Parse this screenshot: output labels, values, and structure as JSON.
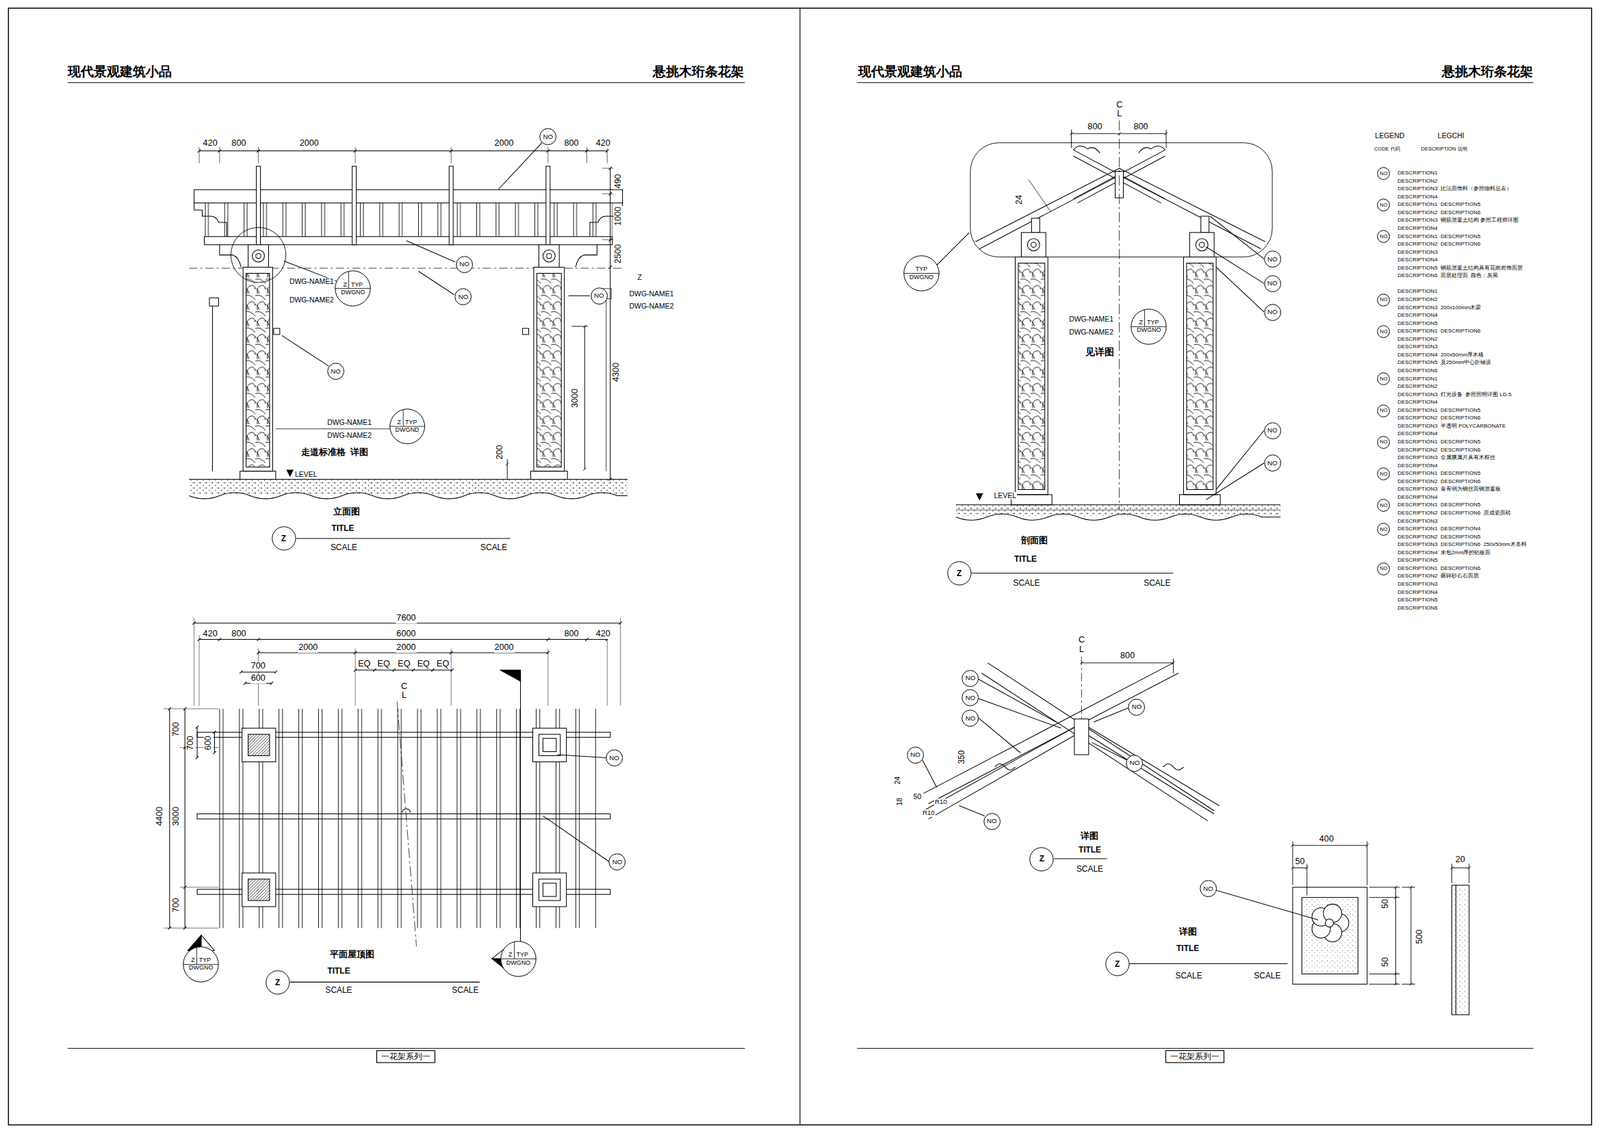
{
  "diagram": {
    "nodes": [
      {
        "text": [
          "NO"
        ]
      },
      {
        "text": [
          "NO"
        ]
      },
      {
        "text": [
          "Z",
          "TYP",
          "DWGNO"
        ]
      },
      {
        "text": [
          "NO"
        ]
      },
      {
        "text": [
          "NO"
        ]
      },
      {
        "text": [
          "NO"
        ]
      },
      {
        "text": [
          "Z",
          "TYP",
          "DWGND"
        ]
      },
      {
        "text": [
          "Z"
        ]
      },
      {
        "text": [
          "NO"
        ]
      },
      {
        "text": [
          "NO"
        ]
      },
      {
        "text": [
          "Z",
          "TYP",
          "DWGNO"
        ]
      },
      {
        "text": [
          "Z",
          "TYP",
          "DWGNO"
        ]
      },
      {
        "text": [
          "Z"
        ]
      },
      {
        "text": [
          "一花架系列一"
        ]
      },
      {
        "text": [
          "NO"
        ]
      },
      {
        "text": [
          "TYP",
          "DWGNO"
        ]
      },
      {
        "text": [
          "NO"
        ]
      },
      {
        "text": [
          "NO"
        ]
      },
      {
        "text": [
          "Z",
          "TYP",
          "DWGNO"
        ]
      },
      {
        "text": [
          "NO"
        ]
      },
      {
        "text": [
          "NO"
        ]
      },
      {
        "text": [
          "Z"
        ]
      },
      {
        "text": [
          "NO"
        ]
      },
      {
        "text": [
          "NO"
        ]
      },
      {
        "text": [
          "NO"
        ]
      },
      {
        "text": [
          "NO"
        ]
      },
      {
        "text": [
          "NO"
        ]
      },
      {
        "text": [
          "NO"
        ]
      },
      {
        "text": [
          "NO"
        ]
      },
      {
        "text": [
          "NO"
        ]
      },
      {
        "text": [
          "NO"
        ]
      },
      {
        "text": [
          "NO"
        ]
      },
      {
        "text": [
          "NO"
        ]
      },
      {
        "text": [
          "NO"
        ]
      },
      {
        "text": [
          "NO"
        ]
      },
      {
        "text": [
          "NO"
        ]
      },
      {
        "text": [
          "NO"
        ]
      },
      {
        "text": [
          "NO"
        ]
      },
      {
        "text": [
          "NO"
        ]
      },
      {
        "text": [
          "NO"
        ]
      },
      {
        "text": [
          "NO"
        ]
      },
      {
        "text": [
          "Z"
        ]
      },
      {
        "text": [
          "NO"
        ]
      },
      {
        "text": [
          "Z"
        ]
      },
      {
        "text": [
          "一花架系列一"
        ]
      }
    ],
    "labels": [
      "现代景观建筑小品",
      "悬挑木珩条花架",
      "现代景观建筑小品",
      "悬挑木珩条花架",
      "420",
      "800",
      "2000",
      "2000",
      "800",
      "420",
      "490",
      "1000",
      "2500",
      "4300",
      "3000",
      "200",
      "Z",
      "DWG-NAME1",
      "DWG-NAME2",
      "DWG-NAME1",
      "DWG-NAME2",
      "DWG-NAME1",
      "DWG-NAME2",
      "走道标准格  详图",
      "LEVEL",
      "立面图",
      "TITLE",
      "SCALE",
      "SCALE",
      "7600",
      "420",
      "800",
      "6000",
      "800",
      "420",
      "2000",
      "2000",
      "2000",
      "700",
      "EQ",
      "EQ",
      "EQ",
      "EQ",
      "EQ",
      "600",
      "C",
      "L",
      "700",
      "700",
      "600",
      "4400",
      "3000",
      "700",
      "平面屋顶图",
      "TITLE",
      "SCALE",
      "SCALE",
      "C",
      "L",
      "800",
      "800",
      "24",
      "DWG-NAME1",
      "DWG-NAME2",
      "见详图",
      "LEVEL",
      "剖面图",
      "TITLE",
      "SCALE",
      "SCALE",
      "LEGEND",
      "LEGCHI",
      "CODE 代码",
      "DESCRIPTION 说明",
      "C",
      "L",
      "800",
      "350",
      "24",
      "18",
      "50",
      "R10",
      "R10",
      "详图",
      "TITLE",
      "SCALE",
      "400",
      "50",
      "20",
      "50",
      "500",
      "50",
      "详图",
      "TITLE",
      "SCALE",
      "SCALE",
      "DESCRIPTION1",
      "DESCRIPTION2",
      "DESCRIPTION3  比法面饰料（参照物料总表）",
      "DESCRIPTION4",
      "DESCRIPTION1  DESCRIPTION5",
      "DESCRIPTION2  DESCRIPTION6",
      "DESCRIPTION3  钢筋混凝土结构 参照工程师详图",
      "DESCRIPTION4",
      "DESCRIPTION1  DESCRIPTION5",
      "DESCRIPTION2  DESCRIPTION6",
      "DESCRIPTION3",
      "DESCRIPTION4",
      "DESCRIPTION5  钢筋混凝土结构具有花岗岩饰面层",
      "DESCRIPTION6  面层处理面  颜色：灰黑",
      "DESCRIPTION1",
      "DESCRIPTION2",
      "DESCRIPTION3  200x100mm木梁",
      "DESCRIPTION4",
      "DESCRIPTION5",
      "DESCRIPTION1  DESCRIPTION6",
      "DESCRIPTION2",
      "DESCRIPTION3",
      "DESCRIPTION4  200x50mm厚木格",
      "DESCRIPTION5  及250mm中心距铺设",
      "DESCRIPTION6",
      "DESCRIPTION1",
      "DESCRIPTION2",
      "DESCRIPTION3  灯光设备  参照照明详图 LD-5",
      "DESCRIPTION4",
      "DESCRIPTION1  DESCRIPTION5",
      "DESCRIPTION2  DESCRIPTION6",
      "DESCRIPTION3  半透明 POLYCARBONATE",
      "DESCRIPTION4",
      "DESCRIPTION1  DESCRIPTION5",
      "DESCRIPTION2  DESCRIPTION6",
      "DESCRIPTION3  金属膜属片具有木框丝",
      "DESCRIPTION4",
      "DESCRIPTION1  DESCRIPTION5",
      "DESCRIPTION2  DESCRIPTION6",
      "DESCRIPTION3  青有弱为钢丝面钢混凝板",
      "DESCRIPTION4",
      "DESCRIPTION1  DESCRIPTION5",
      "DESCRIPTION2  DESCRIPTION6  原成瓷面砖",
      "DESCRIPTION3",
      "DESCRIPTION1  DESCRIPTION4",
      "DESCRIPTION2  DESCRIPTION5",
      "DESCRIPTION3  DESCRIPTION6  250x50mm木条料",
      "DESCRIPTION4  未包2mm厚的铝板面",
      "DESCRIPTION5",
      "DESCRIPTION1  DESCRIPTION6",
      "DESCRIPTION2  碾碎砂石石面层",
      "DESCRIPTION3",
      "DESCRIPTION4",
      "DESCRIPTION5",
      "DESCRIPTION6"
    ]
  }
}
